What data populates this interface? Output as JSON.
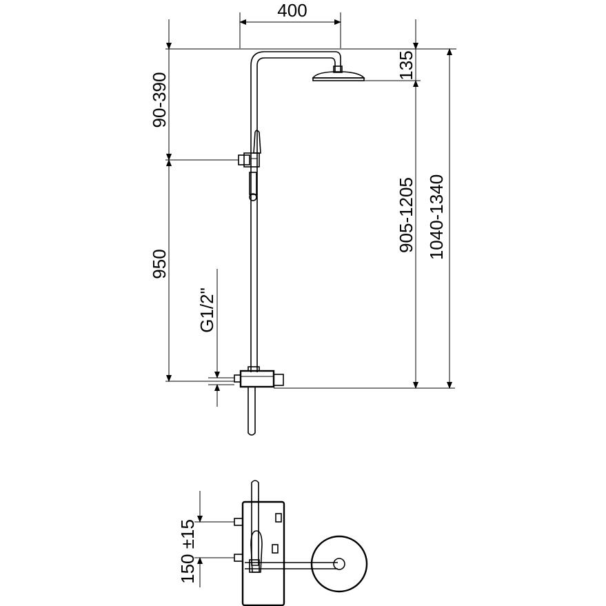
{
  "dimensions": {
    "arm_length": "400",
    "head_drop": "135",
    "bar_adjust": "90-390",
    "height_to_head": "905-1205",
    "total_height": "1040-1340",
    "mixer_to_holder": "950",
    "connection": "G1/2\"",
    "inlet_spacing": "150 ±15"
  },
  "colors": {
    "line": "#000000",
    "background": "#ffffff"
  }
}
